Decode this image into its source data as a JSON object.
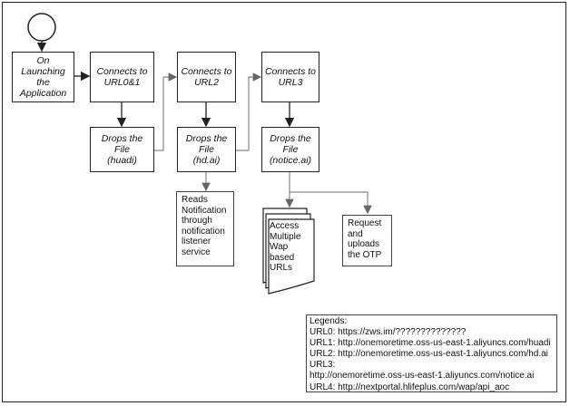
{
  "nodes": {
    "launch": "On\nLaunching\nthe\nApplication",
    "connect1": "Connects to\nURL0&1",
    "connect2": "Connects to\nURL2",
    "connect3": "Connects to\nURL3",
    "drop1": "Drops the\nFile\n(huadi)",
    "drop2": "Drops the\nFile\n(hd.ai)",
    "drop3": "Drops the\nFile\n(notice.ai)"
  },
  "notes": {
    "reads": "Reads\nNotification\nthrough\nnotification\nlistener\nservice",
    "access": "Access\nMultiple\nWap\nbased\nURLs",
    "request": "Request\nand\nuploads\nthe OTP"
  },
  "legend": {
    "title": "Legends:",
    "lines": [
      "URL0: https://zws.im/??????????????",
      "URL1: http://onemoretime.oss-us-east-1.aliyuncs.com/huadi",
      "URL2: http://onemoretime.oss-us-east-1.aliyuncs.com/hd.ai",
      "URL3:",
      "http://onemoretime.oss-us-east-1.aliyuncs.com/notice.ai",
      "URL4: http://nextportal.hlifeplus.com/wap/api_aoc"
    ]
  }
}
